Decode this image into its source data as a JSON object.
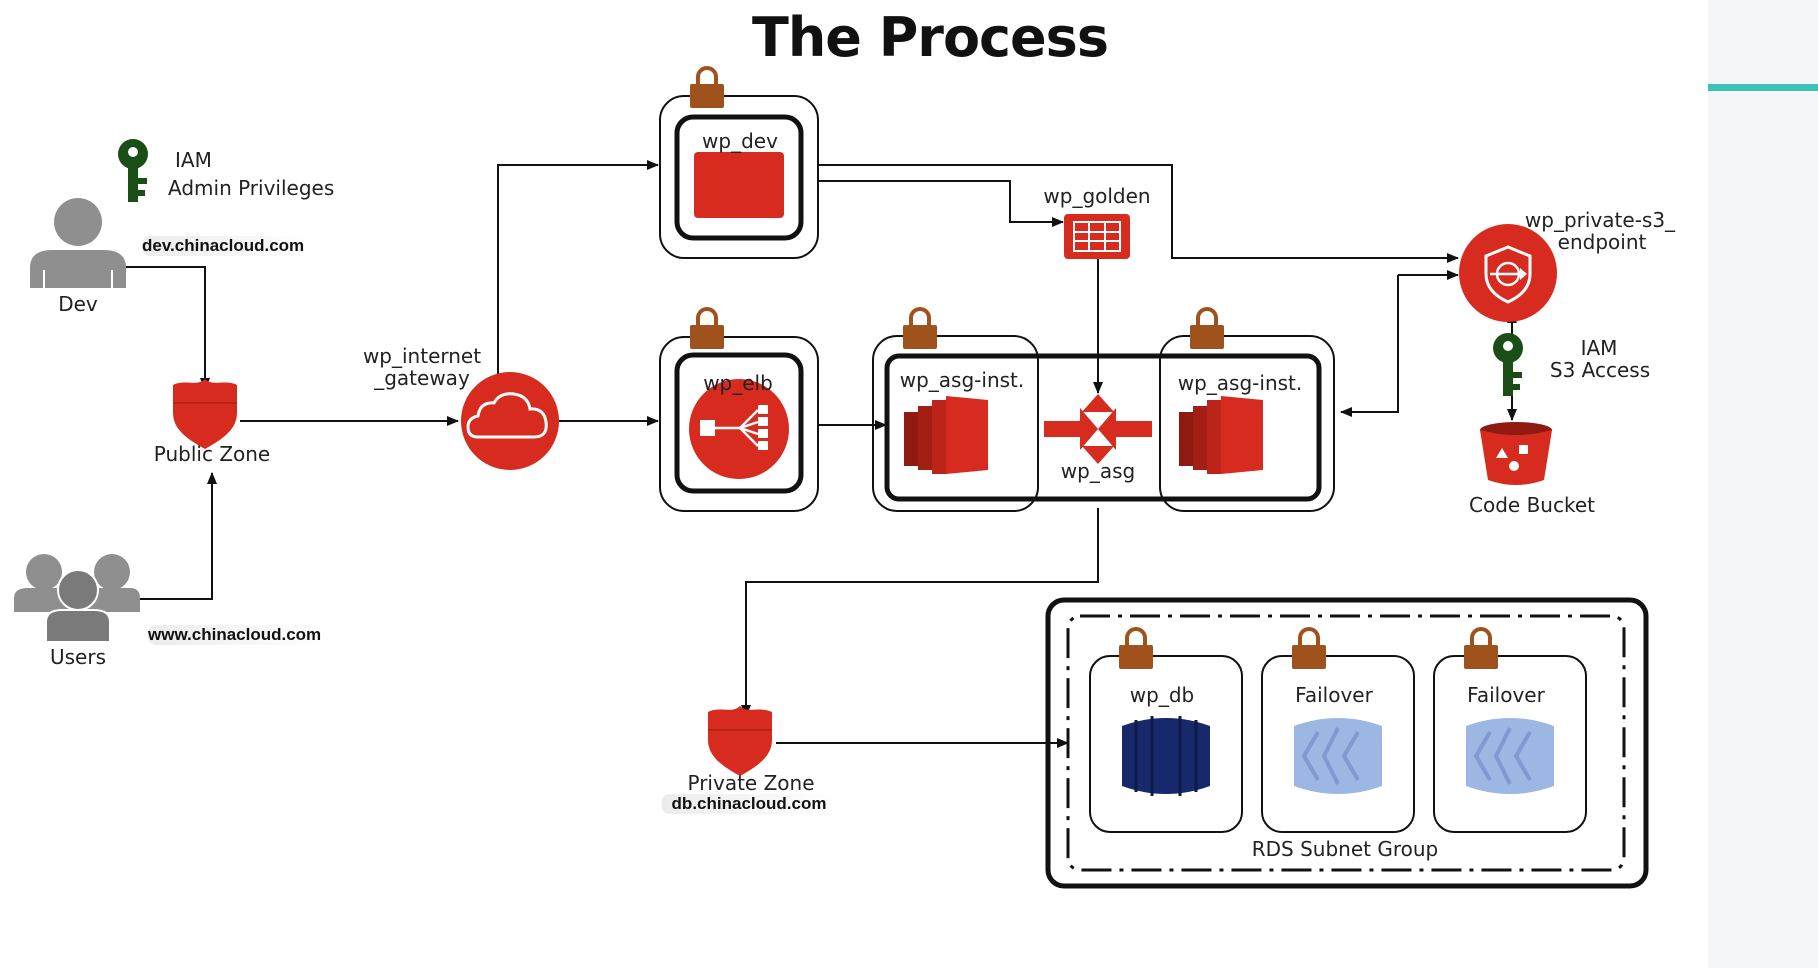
{
  "title": "The Process",
  "colors": {
    "accent": "#3cc3b7",
    "aws_red": "#d72b1f",
    "lock": "#a0521d",
    "iam_green": "#1b4d16",
    "db_navy": "#17286b",
    "db_light": "#9cb7e3"
  },
  "actors": {
    "dev": {
      "label": "Dev",
      "url": "dev.chinacloud.com",
      "iam_label": "IAM",
      "iam_sub": "Admin Privileges"
    },
    "users": {
      "label": "Users",
      "url": "www.chinacloud.com"
    }
  },
  "zones": {
    "public": {
      "label": "Public Zone"
    },
    "private": {
      "label": "Private Zone",
      "url": "db.chinacloud.com"
    }
  },
  "gateway": {
    "label_line1": "wp_internet",
    "label_line2": "_gateway"
  },
  "dev_instance": {
    "label": "wp_dev"
  },
  "golden_ami": {
    "label": "wp_golden"
  },
  "elb": {
    "label": "wp_elb"
  },
  "asg": {
    "label": "wp_asg",
    "inst_left": "wp_asg-inst.",
    "inst_right": "wp_asg-inst."
  },
  "s3_endpoint": {
    "label_line1": "wp_private-s3_",
    "label_line2": "endpoint",
    "iam_label": "IAM",
    "iam_sub": "S3 Access"
  },
  "code_bucket": {
    "label": "Code Bucket"
  },
  "rds": {
    "group_label": "RDS Subnet Group",
    "db_label": "wp_db",
    "failover1": "Failover",
    "failover2": "Failover"
  },
  "icons": [
    "lock-icon",
    "key-icon",
    "person-icon",
    "people-icon",
    "route53-shield-icon",
    "cloud-icon",
    "ec2-icon",
    "ami-icon",
    "elb-icon",
    "autoscaling-icon",
    "vpc-endpoint-icon",
    "s3-bucket-icon",
    "rds-db-icon"
  ]
}
